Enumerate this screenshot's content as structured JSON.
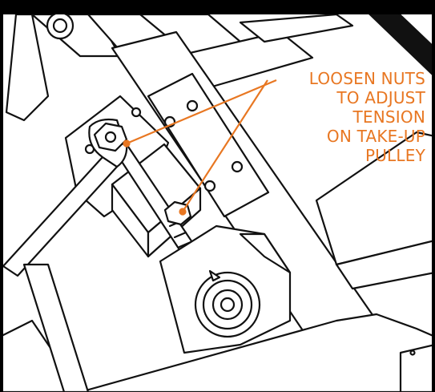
{
  "callout": {
    "lines": [
      "LOOSEN NUTS",
      "TO ADJUST",
      "TENSION",
      "ON TAKE-UP",
      "PULLEY"
    ]
  },
  "colors": {
    "callout": "#E87722",
    "linework": "#111111",
    "frame": "#000000",
    "background": "#ffffff"
  }
}
